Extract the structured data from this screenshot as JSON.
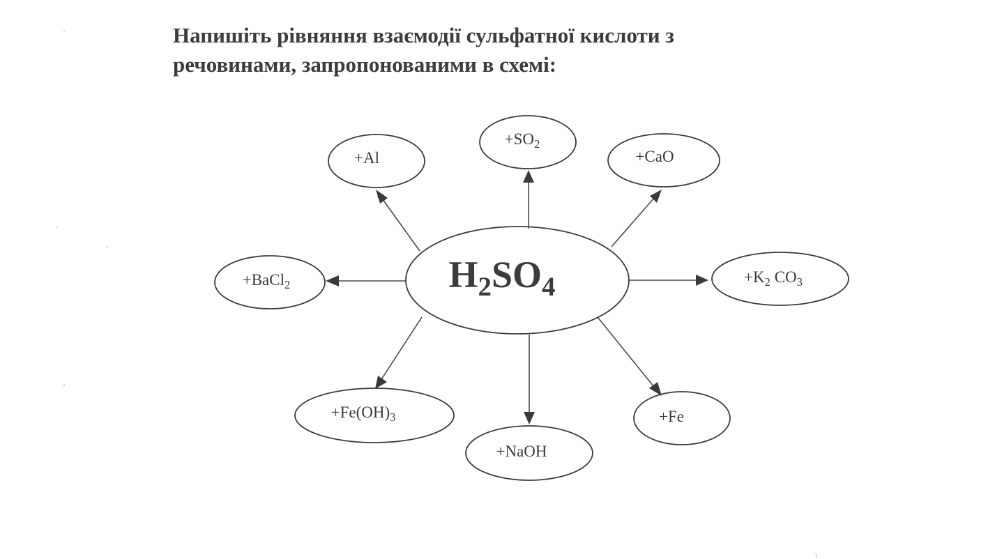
{
  "heading": {
    "line1": "Напишіть рівняння взаємодії сульфатної кислоти з",
    "line2": "речовинами, запропонованими в схемі:"
  },
  "center": {
    "formula_parts": [
      {
        "text": "H",
        "sub": false
      },
      {
        "text": "2",
        "sub": true
      },
      {
        "text": "SO",
        "sub": false
      },
      {
        "text": "4",
        "sub": true
      }
    ]
  },
  "reagents": [
    {
      "id": "al",
      "parts": [
        {
          "text": "+Al",
          "sub": false
        }
      ]
    },
    {
      "id": "so2",
      "parts": [
        {
          "text": "+SO",
          "sub": false
        },
        {
          "text": "2",
          "sub": true
        }
      ]
    },
    {
      "id": "cao",
      "parts": [
        {
          "text": "+CaO",
          "sub": false
        }
      ]
    },
    {
      "id": "k2co3",
      "parts": [
        {
          "text": "+K",
          "sub": false
        },
        {
          "text": "2",
          "sub": true
        },
        {
          "text": " CO",
          "sub": false
        },
        {
          "text": "3",
          "sub": true
        }
      ]
    },
    {
      "id": "fe",
      "parts": [
        {
          "text": "+Fe",
          "sub": false
        }
      ]
    },
    {
      "id": "naoh",
      "parts": [
        {
          "text": "+NaOH",
          "sub": false
        }
      ]
    },
    {
      "id": "feoh3",
      "parts": [
        {
          "text": "+Fe(OH)",
          "sub": false
        },
        {
          "text": "3",
          "sub": true
        }
      ]
    },
    {
      "id": "bacl2",
      "parts": [
        {
          "text": "+BaCl",
          "sub": false
        },
        {
          "text": "2",
          "sub": true
        }
      ]
    }
  ],
  "colors": {
    "ink": "#3a3a3a",
    "background": "#ffffff"
  }
}
